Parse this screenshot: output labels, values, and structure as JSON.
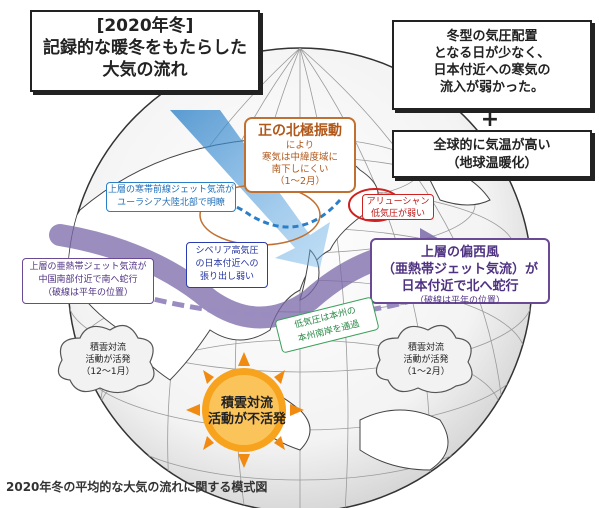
{
  "title": {
    "line1": "[2020年冬]",
    "line2": "記録的な暖冬をもたらした",
    "line3": "大気の流れ"
  },
  "summary": {
    "line1": "冬型の気圧配置",
    "line2": "となる日が少なく、",
    "line3": "日本付近への寒気の",
    "line4": "流入が弱かった。",
    "plus": "+",
    "box2_line1": "全球的に気温が高い",
    "box2_line2": "（地球温暖化）"
  },
  "arctic_oscillation": {
    "heading": "正の北極振動",
    "line1": "により",
    "line2": "寒気は中緯度域に",
    "line3": "南下しにくい",
    "line4": "（1～2月）"
  },
  "aleutian": {
    "line1": "アリューシャン",
    "line2": "低気圧が弱い"
  },
  "westerly": {
    "line1": "上層の偏西風",
    "line2": "（亜熱帯ジェット気流）が",
    "line3": "日本付近で北へ蛇行",
    "note": "（破線は平年の位置）"
  },
  "polar_jet": {
    "line1": "上層の寒帯前線ジェット気流が",
    "line2": "ユーラシア大陸北部で明瞭"
  },
  "siberian_high": {
    "line1": "シベリア高気圧",
    "line2": "の日本付近への",
    "line3": "張り出し弱い"
  },
  "subtropical_jet": {
    "line1": "上層の亜熱帯ジェット気流が",
    "line2": "中国南部付近で南へ蛇行",
    "line3": "（破線は平年の位置）"
  },
  "low_pressure": {
    "line1": "低気圧は本州の",
    "line2": "本州南岸を通過"
  },
  "cloud_left": {
    "line1": "積雲対流",
    "line2": "活動が活発",
    "line3": "（12～1月）"
  },
  "cloud_right": {
    "line1": "積雲対流",
    "line2": "活動が活発",
    "line3": "（1～2月）"
  },
  "convection_inactive": {
    "line1": "積雲対流",
    "line2": "活動が不活発"
  },
  "caption": "2020年冬の平均的な大気の流れに関する模式図",
  "colors": {
    "arctic": "#b0581a",
    "aleutian": "#c01818",
    "westerly": "#4f3282",
    "polar_jet": "#1f6fb8",
    "siberian": "#2233a0",
    "low_pressure": "#2a8a48",
    "sun": "#f08a10"
  }
}
